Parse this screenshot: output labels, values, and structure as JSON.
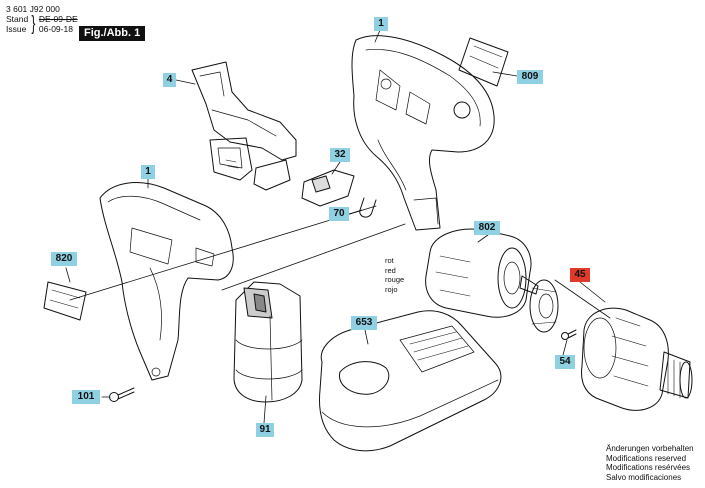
{
  "header": {
    "doc_number": "3 601 J92 000",
    "stand_label": "Stand",
    "issue_label": "Issue",
    "old_code": "DE-09-DE",
    "date": "06-09-18",
    "figure_tag": "Fig./Abb. 1"
  },
  "callouts": [
    {
      "id": "1",
      "text": "1"
    },
    {
      "id": "809",
      "text": "809"
    },
    {
      "id": "4",
      "text": "4"
    },
    {
      "id": "32",
      "text": "32"
    },
    {
      "id": "70",
      "text": "70"
    },
    {
      "id": "1b",
      "text": "1"
    },
    {
      "id": "820",
      "text": "820"
    },
    {
      "id": "802",
      "text": "802"
    },
    {
      "id": "45",
      "text": "45"
    },
    {
      "id": "54",
      "text": "54"
    },
    {
      "id": "653",
      "text": "653"
    },
    {
      "id": "101",
      "text": "101"
    },
    {
      "id": "91",
      "text": "91"
    }
  ],
  "rotation_labels": [
    "rot",
    "red",
    "rouge",
    "rojo"
  ],
  "notes": [
    "Änderungen vorbehalten",
    "Modifications reserved",
    "Modifications resérvées",
    "Salvo modificaciones"
  ],
  "colors": {
    "callout": "#8fd0e3",
    "callout_highlight": "#e03a2a"
  }
}
